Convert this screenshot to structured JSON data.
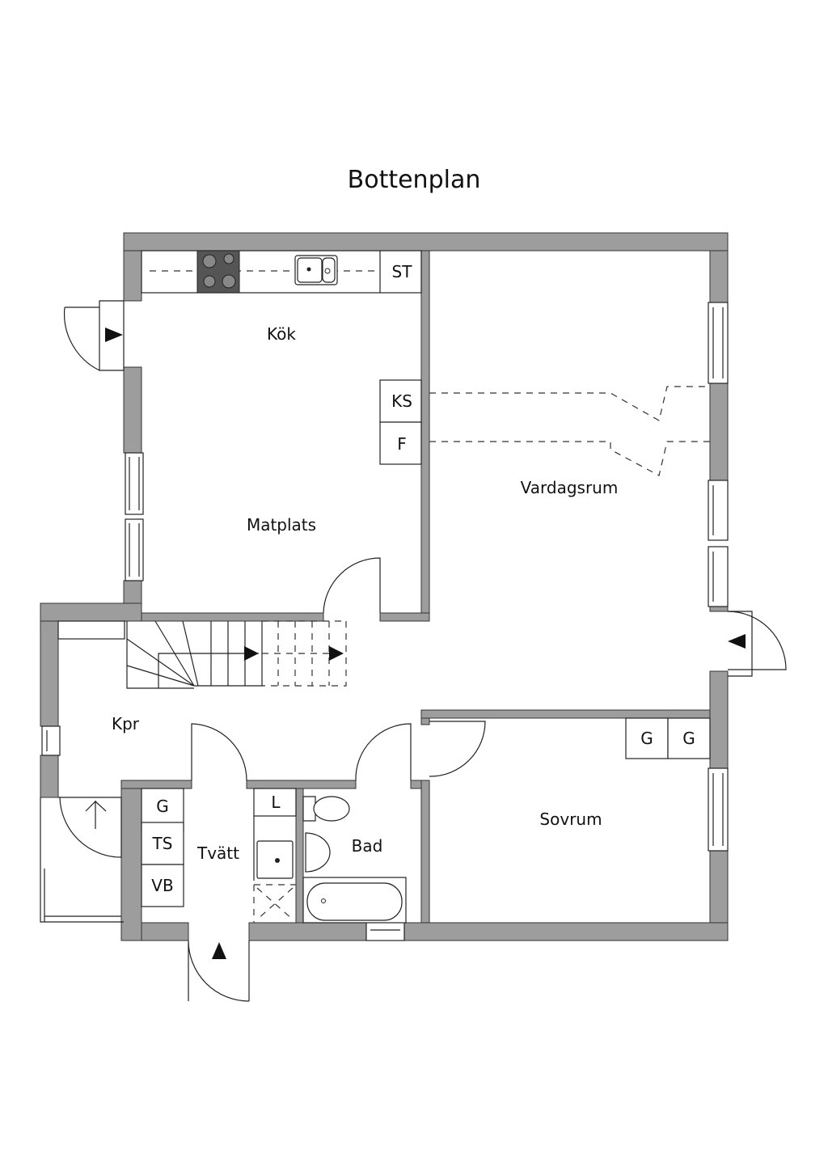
{
  "title": "Bottenplan",
  "rooms": {
    "kok": "Kök",
    "matplats": "Matplats",
    "vardagsrum": "Vardagsrum",
    "kpr": "Kpr",
    "tvatt": "Tvätt",
    "bad": "Bad",
    "sovrum": "Sovrum"
  },
  "fixtures": {
    "st": "ST",
    "ks": "KS",
    "f": "F",
    "g1": "G",
    "g2": "G",
    "g3": "G",
    "ts": "TS",
    "vb": "VB",
    "l": "L"
  },
  "colors": {
    "wall": "#9d9d9d",
    "stove": "#555555"
  }
}
